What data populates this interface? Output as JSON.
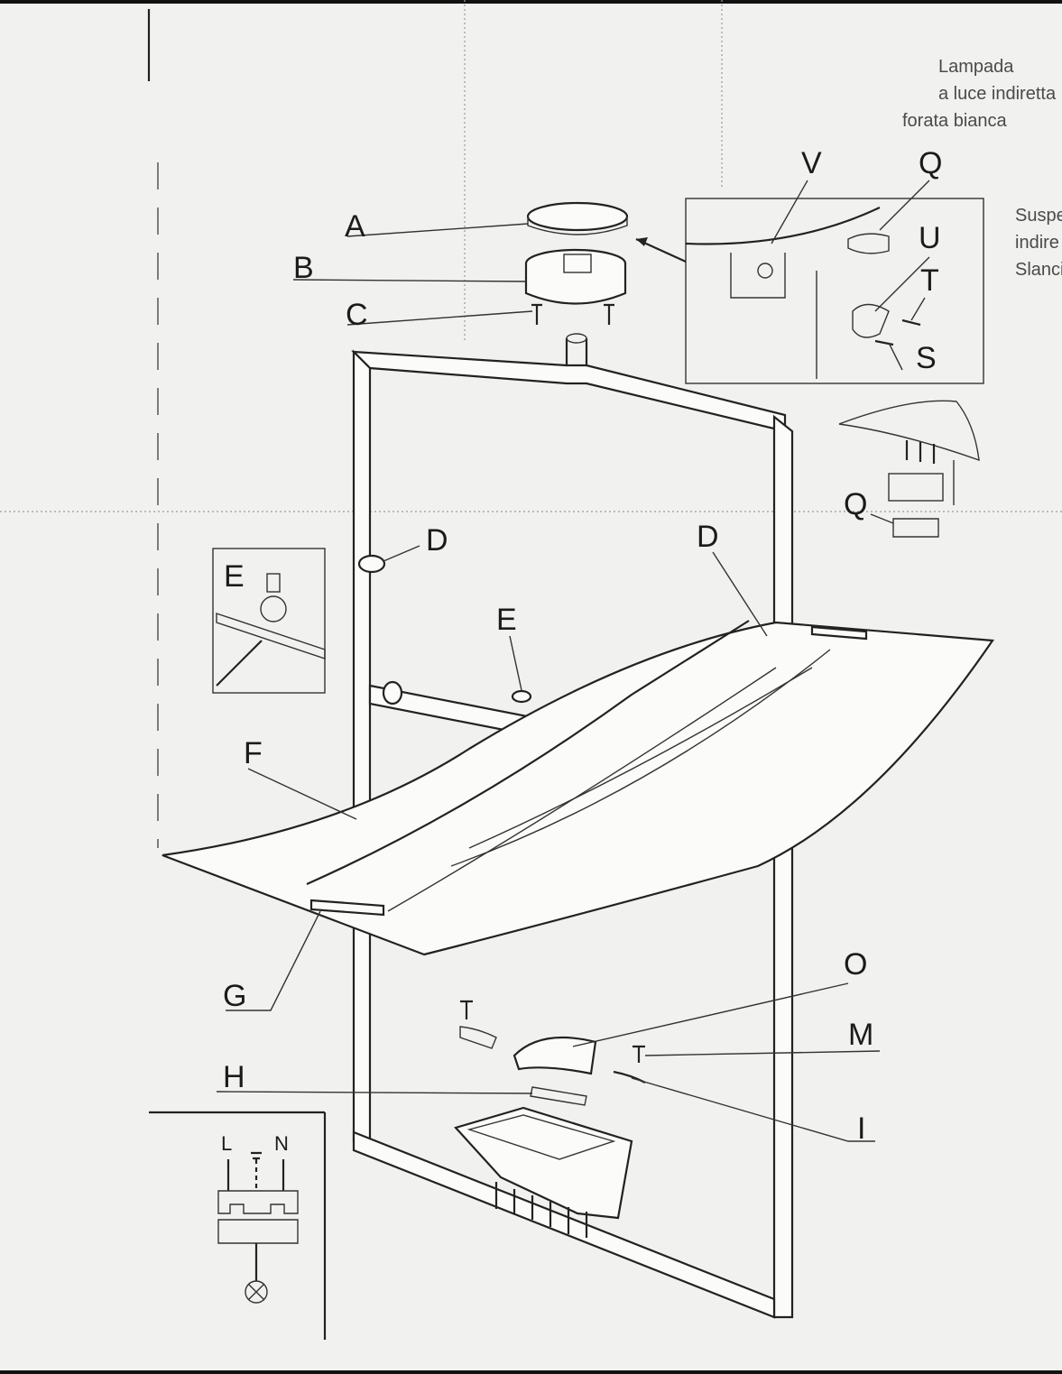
{
  "background_text": {
    "top_right": [
      "Lampada",
      "a luce indiretta",
      "forata bianca"
    ],
    "right_mid": [
      "Suspe",
      "indire",
      "Slanci"
    ]
  },
  "labels": {
    "A": "A",
    "B": "B",
    "C": "C",
    "D_left": "D",
    "D_right": "D",
    "E_inset": "E",
    "E_mid": "E",
    "F": "F",
    "G": "G",
    "H": "H",
    "I": "I",
    "M": "M",
    "O": "O",
    "Q_top": "Q",
    "Q_bottom": "Q",
    "S": "S",
    "T": "T",
    "U": "U",
    "V": "V"
  },
  "wiring": {
    "L": "L",
    "N": "N"
  },
  "colors": {
    "paper": "#f1f1ef",
    "ink": "#222222",
    "dotted": "#9a9a9a"
  }
}
